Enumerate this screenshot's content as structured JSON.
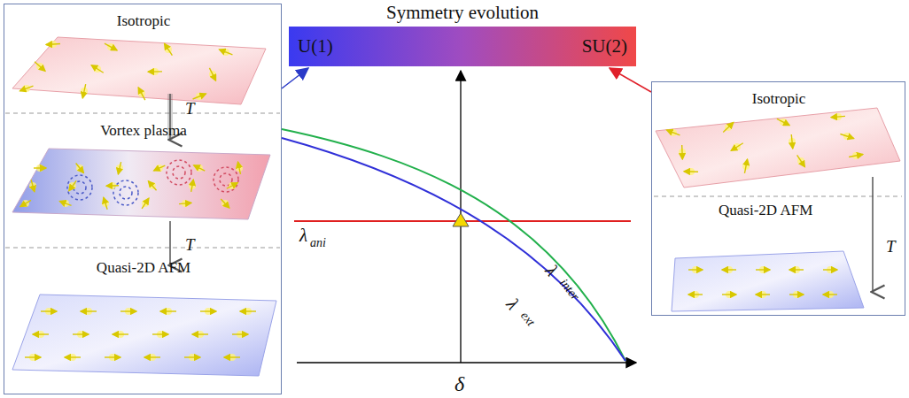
{
  "diagram": {
    "title": "Symmetry evolution",
    "nodes": [
      {
        "text": [
          "Isotropic",
          "T",
          "Vortex plasma",
          "T",
          "Quasi-2D AFM"
        ]
      },
      {
        "text": [
          "U(1)",
          "SU(2)"
        ]
      },
      {
        "text": [
          "Isotropic",
          "Quasi-2D AFM",
          "T"
        ]
      }
    ],
    "edges": [
      {
        "from": 0,
        "to": 1,
        "arrow": "to"
      },
      {
        "from": 2,
        "to": 1,
        "arrow": "to"
      }
    ],
    "labels": [
      "λ",
      "ani",
      "λ",
      "inter",
      "λ",
      "ext",
      "δ"
    ]
  }
}
